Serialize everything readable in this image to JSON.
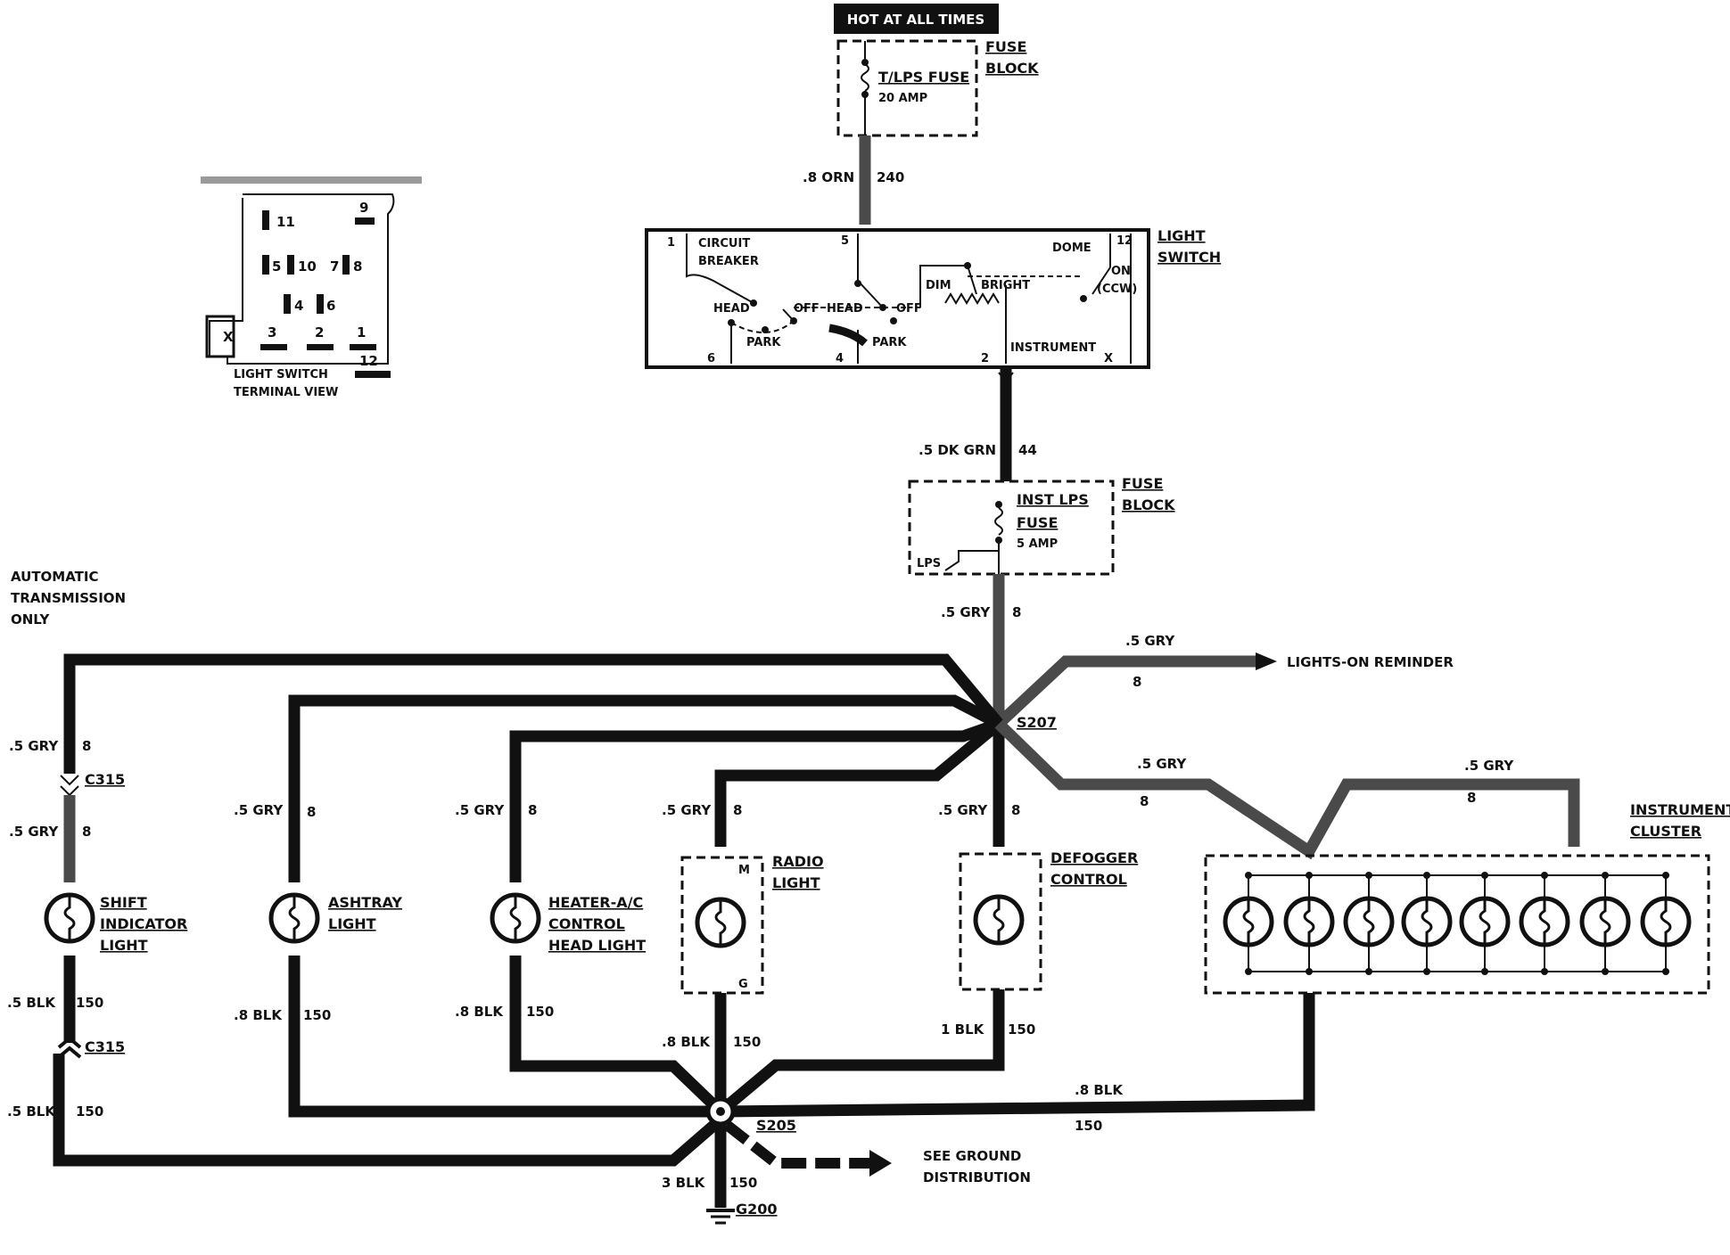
{
  "hot_tag": "HOT AT ALL TIMES",
  "fuse_block_top": {
    "label_1": "FUSE",
    "label_2": "BLOCK",
    "fuse_name": "T/LPS FUSE",
    "fuse_rating": "20 AMP"
  },
  "wire_240": {
    "gauge": ".8 ORN",
    "circuit": "240"
  },
  "light_switch": {
    "label_1": "LIGHT",
    "label_2": "SWITCH",
    "circuit_breaker_1": "CIRCUIT",
    "circuit_breaker_2": "BREAKER",
    "head_left": "HEAD",
    "off_left": "OFF",
    "park_left": "PARK",
    "head_mid": "HEAD",
    "off_mid": "OFF",
    "park_mid": "PARK",
    "dim": "DIM",
    "bright": "BRIGHT",
    "instrument": "INSTRUMENT",
    "dome": "DOME",
    "on": "ON",
    "ccw": "(CCW)",
    "term_1": "1",
    "term_5": "5",
    "term_12": "12",
    "term_6": "6",
    "term_4": "4",
    "term_2": "2",
    "term_x": "X"
  },
  "terminal_view": {
    "label_1": "LIGHT SWITCH",
    "label_2": "TERMINAL VIEW",
    "pins": [
      "11",
      "9",
      "5",
      "10",
      "7",
      "8",
      "4",
      "6",
      "3",
      "2",
      "1",
      "12",
      "X"
    ]
  },
  "wire_44": {
    "gauge": ".5 DK GRN",
    "circuit": "44"
  },
  "fuse_block_mid": {
    "label_1": "FUSE",
    "label_2": "BLOCK",
    "fuse_name_1": "INST LPS",
    "fuse_name_2": "FUSE",
    "fuse_rating": "5 AMP",
    "lps": "LPS"
  },
  "wire_8_main": {
    "gauge": ".5 GRY",
    "circuit": "8"
  },
  "lights_on": {
    "gauge": ".5 GRY",
    "circuit": "8",
    "label": "LIGHTS-ON REMINDER"
  },
  "splice_s207": "S207",
  "auto_trans": [
    "AUTOMATIC",
    "TRANSMISSION",
    "ONLY"
  ],
  "shift_branch": {
    "gauge_top": ".5 GRY",
    "circuit_top": "8",
    "connector": "C315",
    "gauge_top2": ".5 GRY",
    "circuit_top2": "8",
    "name_1": "SHIFT",
    "name_2": "INDICATOR",
    "name_3": "LIGHT",
    "gauge_bot": ".5 BLK",
    "circuit_bot": "150",
    "connector_bot": "C315",
    "gauge_bot2": ".5 BLK",
    "circuit_bot2": "150"
  },
  "ashtray_branch": {
    "gauge_top": ".5 GRY",
    "circuit_top": "8",
    "name_1": "ASHTRAY",
    "name_2": "LIGHT",
    "gauge_bot": ".8 BLK",
    "circuit_bot": "150"
  },
  "heater_branch": {
    "gauge_top": ".5 GRY",
    "circuit_top": "8",
    "name_1": "HEATER-A/C",
    "name_2": "CONTROL",
    "name_3": "HEAD LIGHT",
    "gauge_bot": ".8 BLK",
    "circuit_bot": "150"
  },
  "radio_branch": {
    "gauge_top": ".5 GRY",
    "circuit_top": "8",
    "name_1": "RADIO",
    "name_2": "LIGHT",
    "pin_m": "M",
    "pin_g": "G",
    "gauge_bot": ".8 BLK",
    "circuit_bot": "150"
  },
  "defog_branch": {
    "gauge_top": ".5 GRY",
    "circuit_top": "8",
    "name_1": "DEFOGGER",
    "name_2": "CONTROL",
    "gauge_bot": "1 BLK",
    "circuit_bot": "150"
  },
  "cluster_branch": {
    "gauge_a": ".5 GRY",
    "circuit_a": "8",
    "gauge_b": ".5 GRY",
    "circuit_b": "8",
    "name_1": "INSTRUMENT",
    "name_2": "CLUSTER",
    "gauge_bot": ".8 BLK",
    "circuit_bot": "150"
  },
  "splice_s205": "S205",
  "ground": {
    "gauge": "3 BLK",
    "circuit": "150",
    "label": "G200",
    "see_1": "SEE GROUND",
    "see_2": "DISTRIBUTION"
  }
}
